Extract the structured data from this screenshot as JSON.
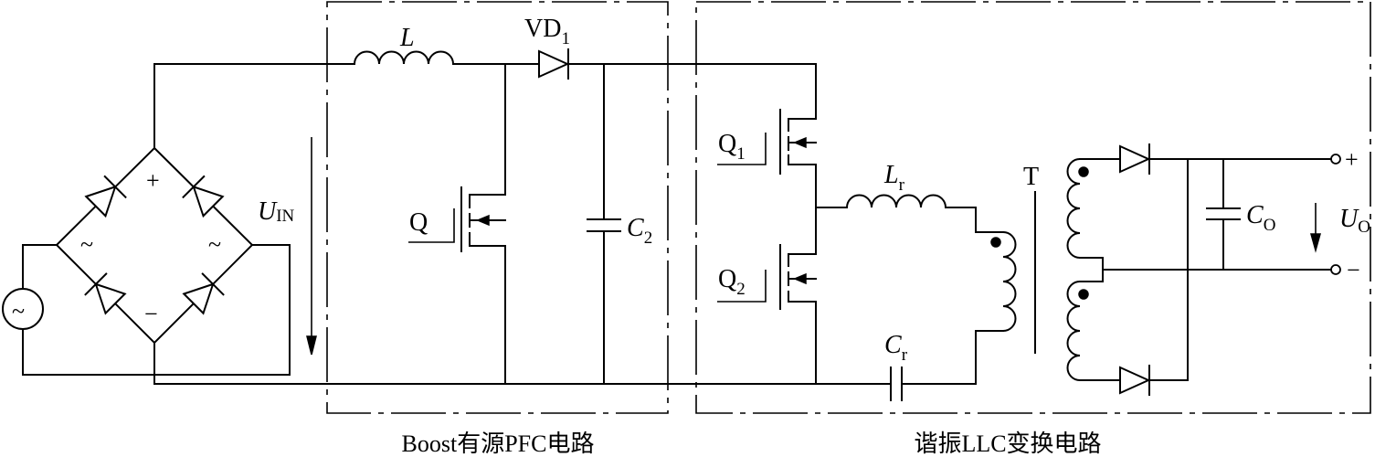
{
  "colors": {
    "line": "#000000",
    "background": "#ffffff"
  },
  "labels": {
    "inductor_L": "L",
    "diode_VD1_main": "VD",
    "diode_VD1_sub": "1",
    "uin_main": "U",
    "uin_sub": "IN",
    "switch_Q": "Q",
    "cap_C2_main": "C",
    "cap_C2_sub": "2",
    "q1_main": "Q",
    "q1_sub": "1",
    "q2_main": "Q",
    "q2_sub": "2",
    "lr_main": "L",
    "lr_sub": "r",
    "cr_main": "C",
    "cr_sub": "r",
    "transformer_T": "T",
    "co_main": "C",
    "co_sub": "O",
    "uo_main": "U",
    "uo_sub": "O",
    "plus_bridge": "+",
    "minus_bridge": "−",
    "ac_left": "~",
    "ac_right": "~",
    "source_symbol": "~",
    "out_plus": "+",
    "out_minus": "−"
  },
  "captions": {
    "boost_pfc": "Boost有源PFC电路",
    "llc": "谐振LLC变换电路"
  }
}
